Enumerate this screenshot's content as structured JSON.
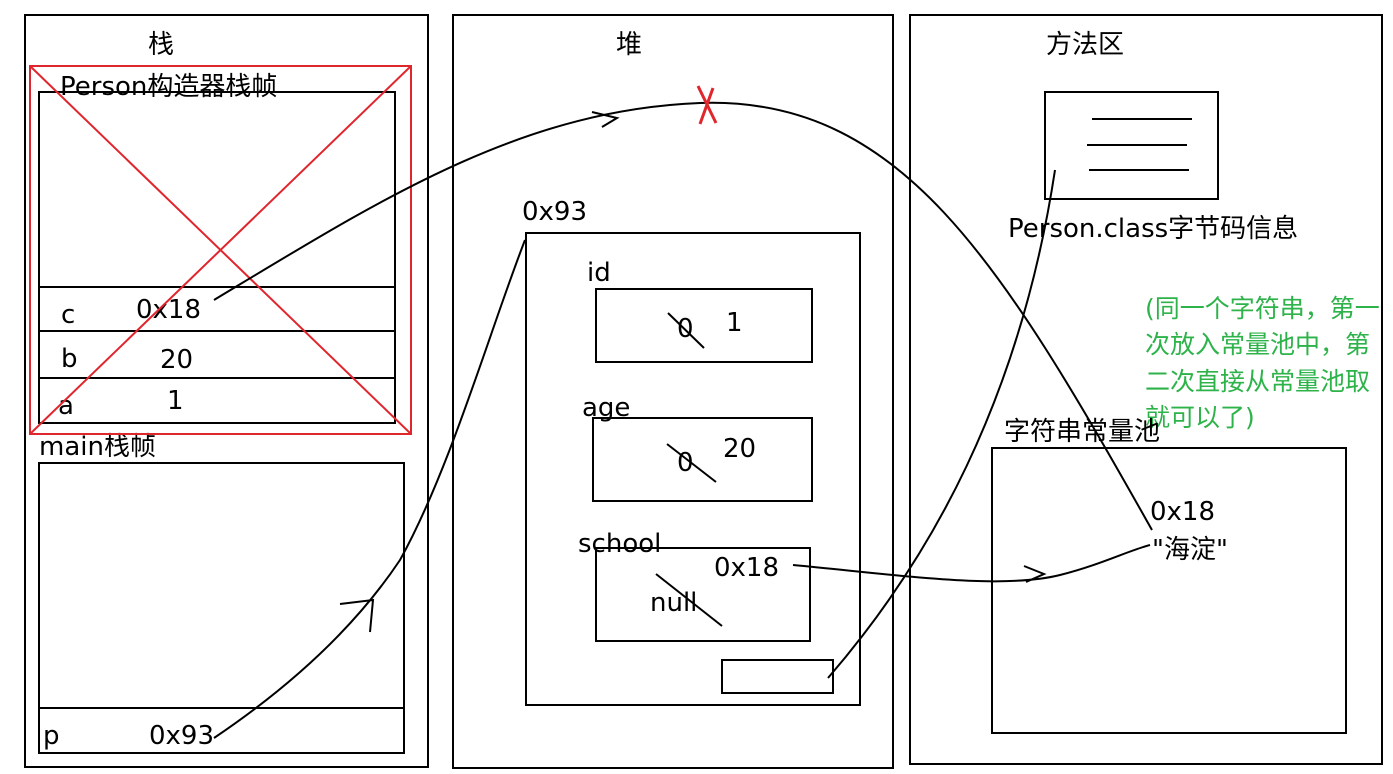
{
  "stack": {
    "title": "栈",
    "person_frame": {
      "label": "Person构造器栈帧",
      "vars": [
        {
          "name": "c",
          "value": "0x18"
        },
        {
          "name": "b",
          "value": "20"
        },
        {
          "name": "a",
          "value": "1"
        }
      ]
    },
    "main_frame": {
      "label": "main栈帧",
      "var": {
        "name": "p",
        "value": "0x93"
      }
    }
  },
  "heap": {
    "title": "堆",
    "object": {
      "address": "0x93",
      "fields": [
        {
          "name": "id",
          "old": "0",
          "new": "1"
        },
        {
          "name": "age",
          "old": "0",
          "new": "20"
        },
        {
          "name": "school",
          "old": "null",
          "new": "0x18"
        }
      ]
    }
  },
  "method_area": {
    "title": "方法区",
    "class_info": "Person.class字节码信息",
    "note": "(同一个字符串，第一次放入常量池中，第二次直接从常量池取就可以了)",
    "string_pool": {
      "label": "字符串常量池",
      "address": "0x18",
      "value": "\"海淀\""
    }
  },
  "colors": {
    "strike": "#e0262d",
    "note": "#2db34a",
    "ink": "#000000"
  }
}
